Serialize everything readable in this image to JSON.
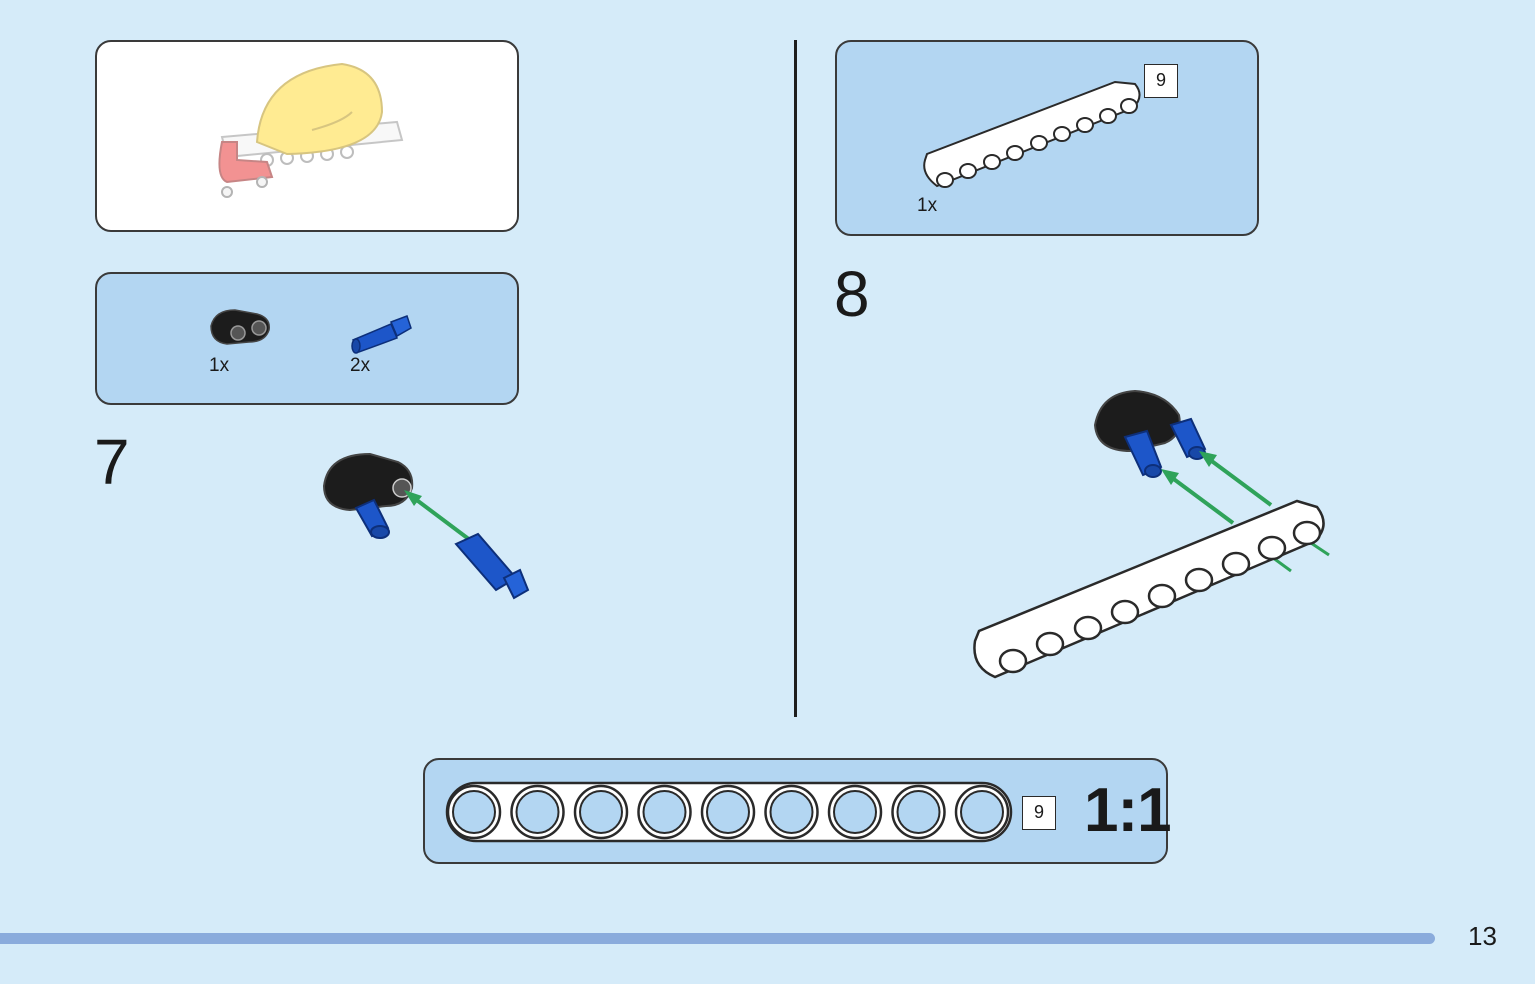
{
  "steps": {
    "step7": {
      "number": "7",
      "parts": [
        {
          "qty": "1x",
          "part": "black-axle-pin-connector-icon"
        },
        {
          "qty": "2x",
          "part": "blue-axle-pin-icon"
        }
      ]
    },
    "step8": {
      "number": "8",
      "parts": [
        {
          "qty": "1x",
          "part": "white-beam-9-icon",
          "length": "9"
        }
      ]
    }
  },
  "scale_guide": {
    "length": "9",
    "ratio": "1:1",
    "holes": 9
  },
  "page_number": "13",
  "colors": {
    "background": "#d5ebf9",
    "panel_blue": "#b3d6f2",
    "footer_bar": "#8aabdc",
    "arrow_green": "#2fa35a",
    "pin_blue": "#1d56c9"
  }
}
